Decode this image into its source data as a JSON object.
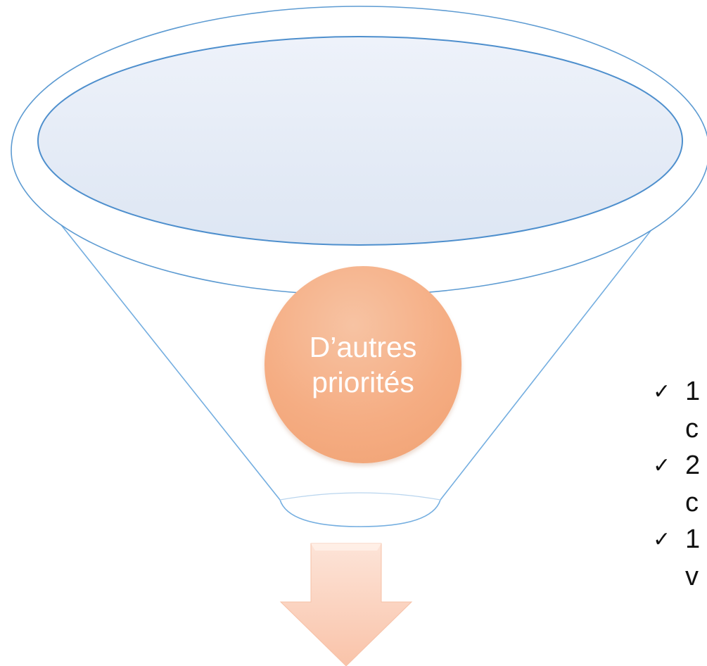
{
  "circle_label": "D’autres priorités",
  "checklist": [
    {
      "first": "1",
      "second": "c"
    },
    {
      "first": "2",
      "second": "c"
    },
    {
      "first": "1",
      "second": "v"
    }
  ],
  "check_glyph": "✓",
  "colors": {
    "funnel_outline": "#5b9bd5",
    "funnel_mouth_fill": "#e6edf7",
    "circle_fill": "#f5ad83",
    "arrow_fill": "#fbd0bd"
  }
}
